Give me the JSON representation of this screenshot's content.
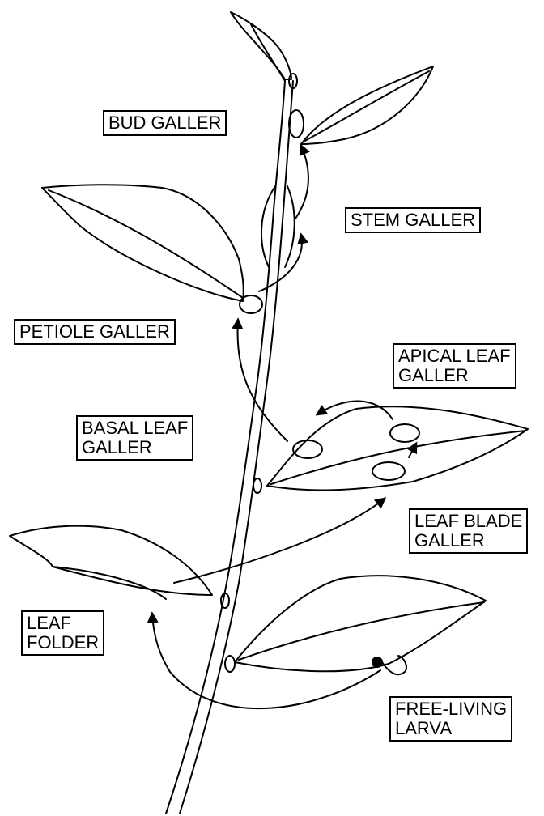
{
  "labels": {
    "bud_galler": [
      "BUD GALLER"
    ],
    "stem_galler": [
      "STEM GALLER"
    ],
    "petiole_galler": [
      "PETIOLE GALLER"
    ],
    "apical_leaf_galler": [
      "APICAL LEAF",
      "GALLER"
    ],
    "basal_leaf_galler": [
      "BASAL LEAF",
      "GALLER"
    ],
    "leaf_blade_galler": [
      "LEAF BLADE",
      "GALLER"
    ],
    "leaf_folder": [
      "LEAF",
      "FOLDER"
    ],
    "free_living_larva": [
      "FREE-LIVING",
      "LARVA"
    ]
  },
  "colors": {
    "ink": "#000000",
    "paper": "#ffffff"
  }
}
